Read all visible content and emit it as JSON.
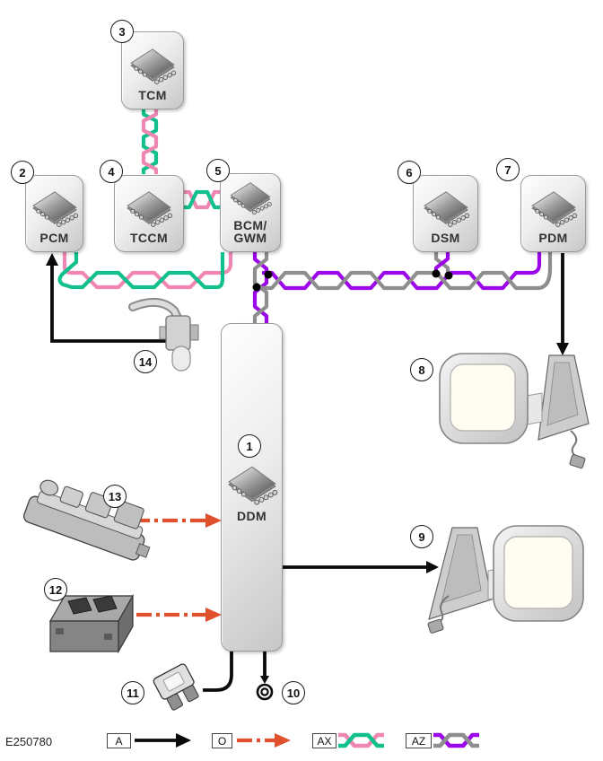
{
  "figure": {
    "code": "E250780"
  },
  "modules": {
    "ddm": {
      "num": "1",
      "label": "DDM"
    },
    "pcm": {
      "num": "2",
      "label": "PCM"
    },
    "tcm": {
      "num": "3",
      "label": "TCM"
    },
    "tccm": {
      "num": "4",
      "label": "TCCM"
    },
    "bcm_gwm": {
      "num": "5",
      "label_line1": "BCM/",
      "label_line2": "GWM"
    },
    "dsm": {
      "num": "6",
      "label": "DSM"
    },
    "pdm": {
      "num": "7",
      "label": "PDM"
    }
  },
  "callouts": {
    "passenger_mirror": "8",
    "driver_mirror": "9",
    "ground_point": "10",
    "fuse": "11",
    "mirror_switch": "12",
    "window_control_switch": "13",
    "in_line_connector": "14"
  },
  "legend": {
    "power": {
      "code": "A"
    },
    "hardwired": {
      "code": "O"
    },
    "network_ax": {
      "code": "AX"
    },
    "network_az": {
      "code": "AZ"
    }
  },
  "colors": {
    "network_ax_pink": "#ee87b2",
    "network_ax_green": "#12c08e",
    "network_az_purple": "#9b07e8",
    "network_az_gray": "#8e8e8e",
    "power_black": "#0a0a0a",
    "hardwired_orange": "#e0502c"
  }
}
